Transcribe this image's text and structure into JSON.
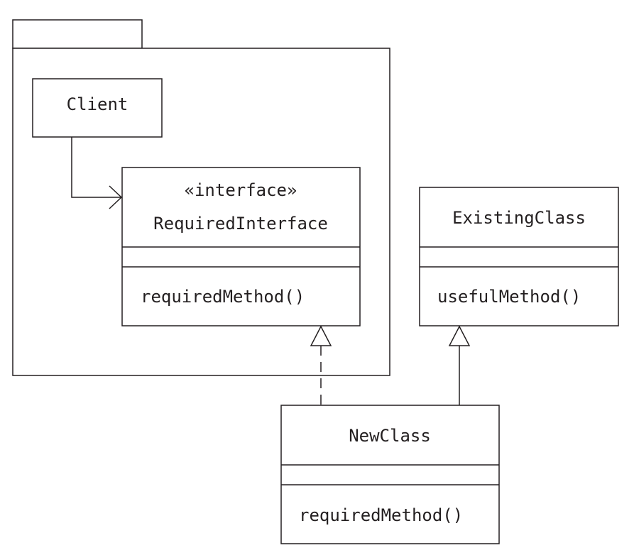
{
  "client": {
    "name": "Client"
  },
  "required_interface": {
    "stereotype": "«interface»",
    "name": "RequiredInterface",
    "method": "requiredMethod()"
  },
  "existing_class": {
    "name": "ExistingClass",
    "method": "usefulMethod()"
  },
  "new_class": {
    "name": "NewClass",
    "method": "requiredMethod()"
  },
  "colors": {
    "stroke": "#231f20",
    "background": "#ffffff"
  }
}
